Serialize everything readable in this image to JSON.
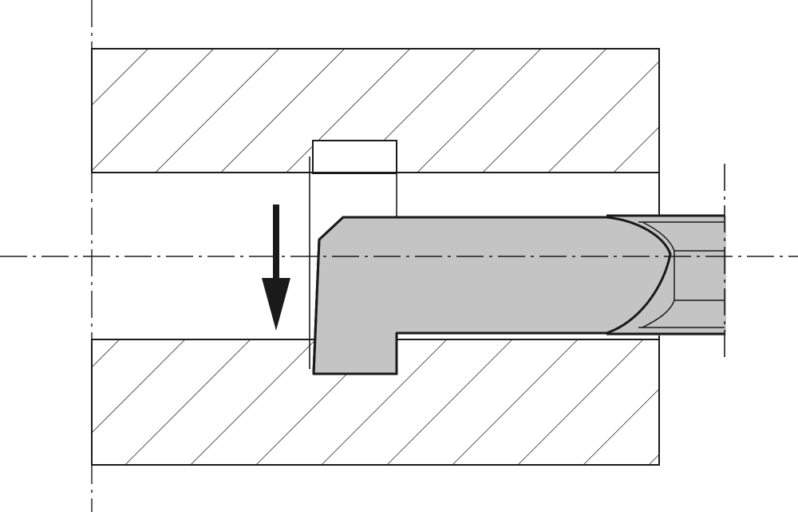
{
  "diagram": {
    "kind": "technical-section-drawing",
    "subject": "grooving-tool-in-bore",
    "colors": {
      "line": "#1a1a1a",
      "hatch": "#2a2a2a",
      "tool_fill": "#c4c4c4",
      "background": "#ffffff"
    },
    "arrow": {
      "direction": "down",
      "meaning": "feed-direction"
    }
  }
}
